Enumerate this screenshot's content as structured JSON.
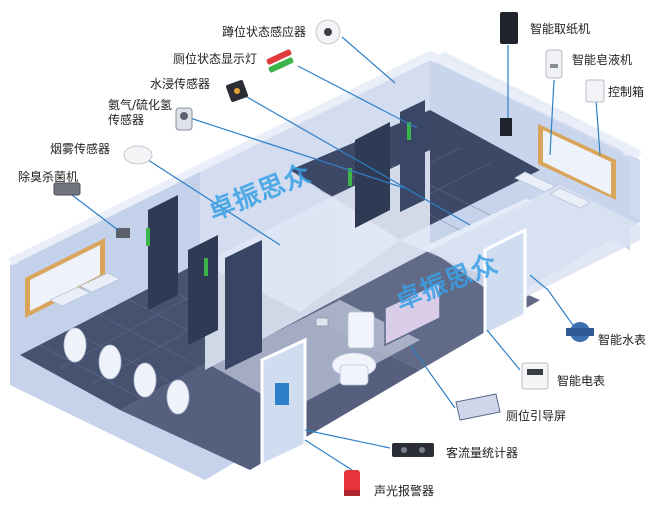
{
  "watermark": "卓振思众",
  "labels": {
    "squat_sensor": "蹲位状态感应器",
    "stall_light": "厕位状态显示灯",
    "water_sensor": "水浸传感器",
    "gas_sensor": "氨气/硫化氢传感器",
    "smoke_sensor": "烟雾传感器",
    "deodorizer": "除臭杀菌机",
    "paper_dispenser": "智能取纸机",
    "soap_dispenser": "智能皂液机",
    "control_box": "控制箱",
    "water_meter": "智能水表",
    "power_meter": "智能电表",
    "guide_screen": "厕位引导屏",
    "people_counter": "客流量统计器",
    "alarm": "声光报警器"
  },
  "colors": {
    "leader_line": "#2f80c8",
    "wall": "#b9c9e6",
    "floor": "#3f4a66",
    "mirror_frame": "#d9a55a",
    "status_green": "#3bb54a",
    "status_red": "#e0393e",
    "alarm_red": "#e8323c",
    "watermark": "#3aa0e6"
  }
}
